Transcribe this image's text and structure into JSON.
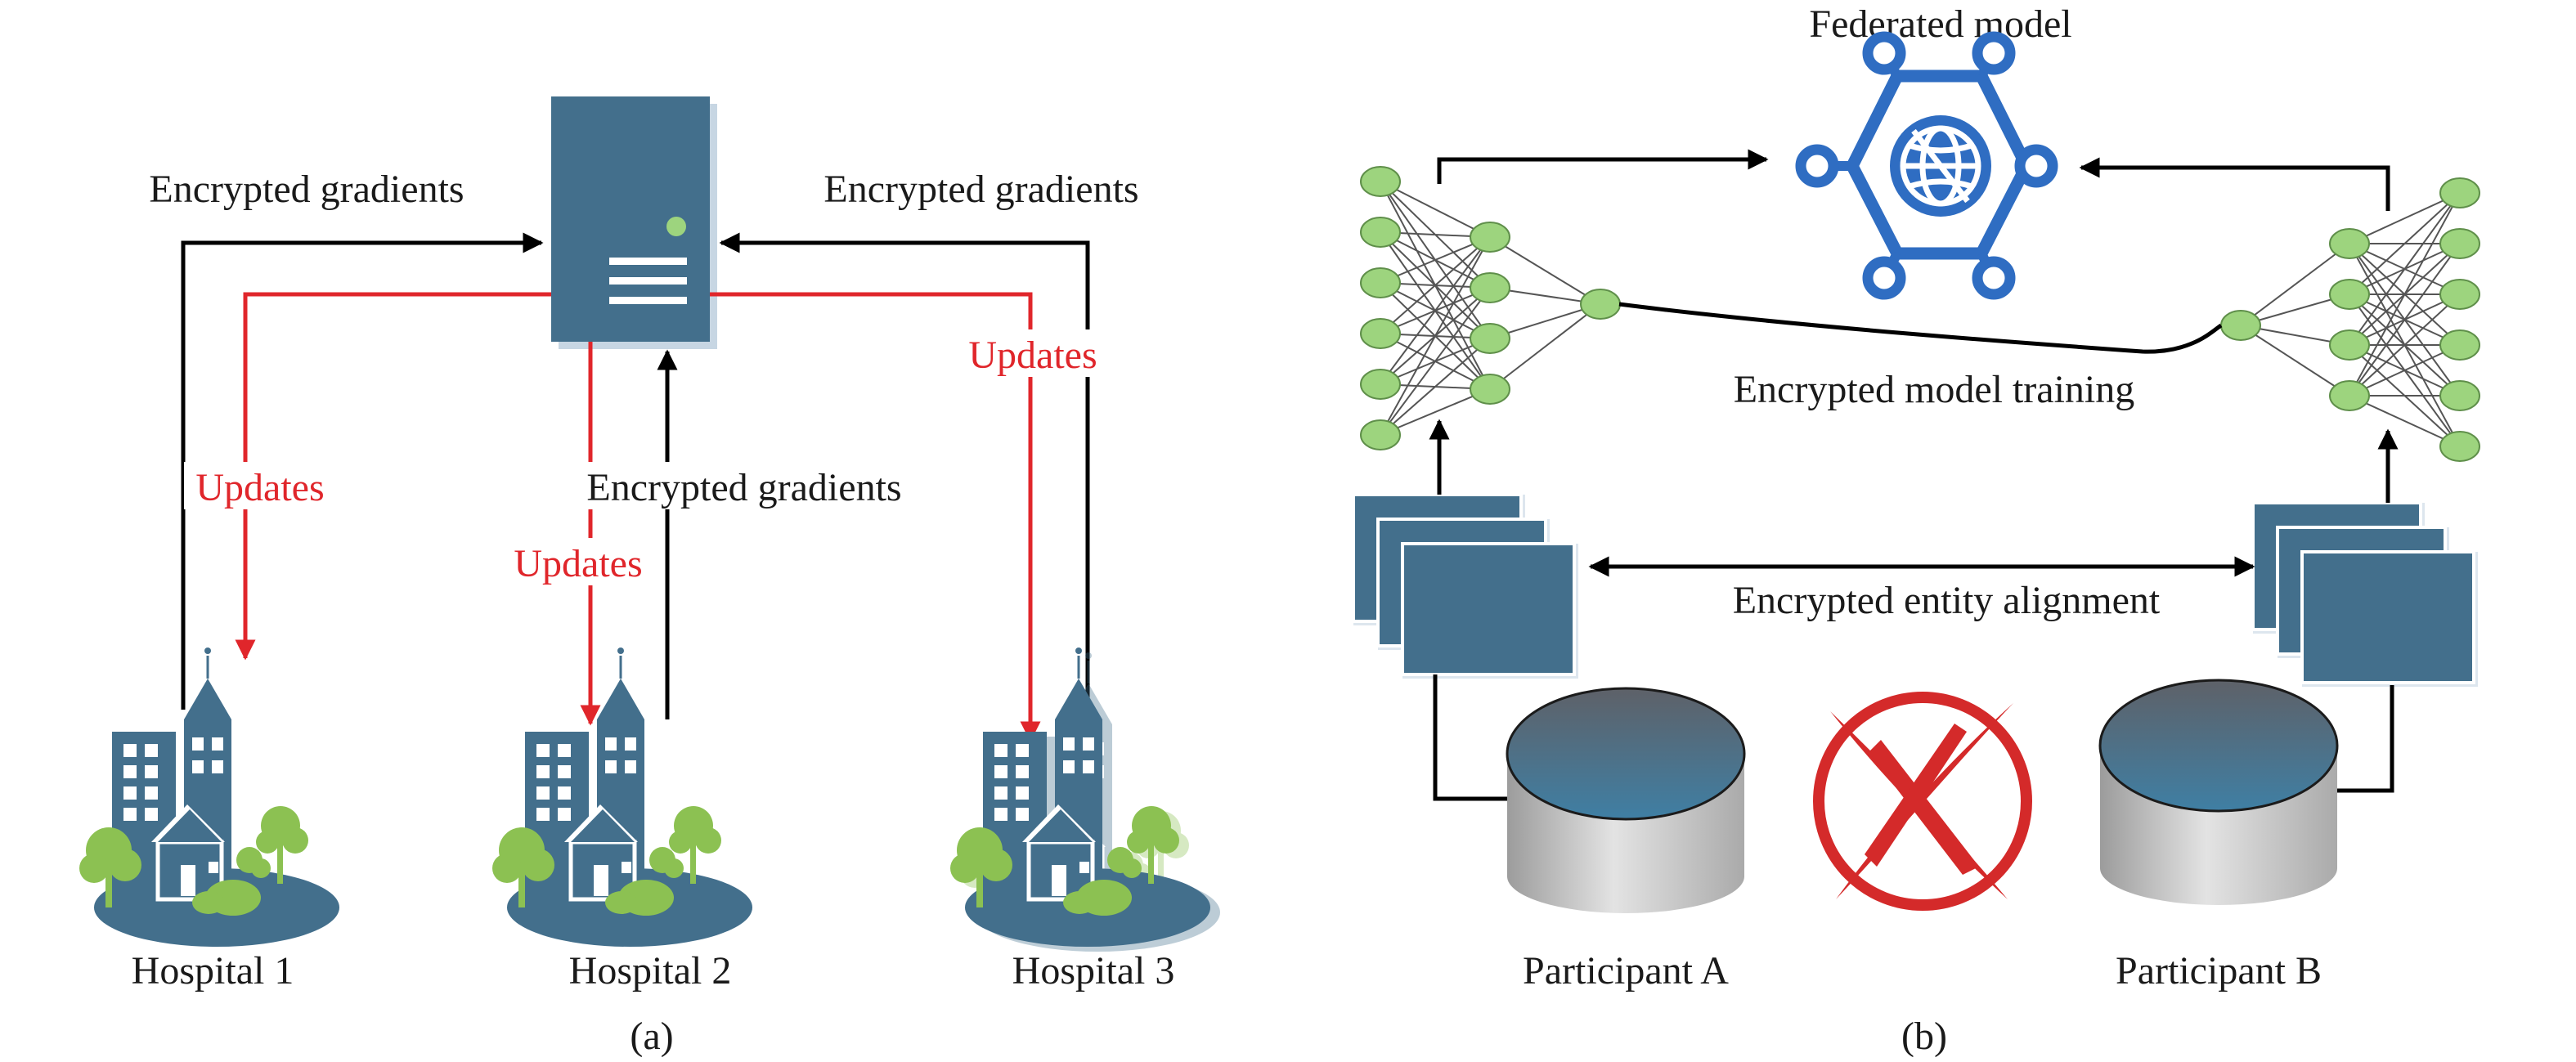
{
  "panel_a": {
    "caption": "(a)",
    "arrows": {
      "left_encrypted": "Encrypted gradients",
      "right_encrypted": "Encrypted gradients",
      "middle_encrypted": "Encrypted gradients",
      "left_updates": "Updates",
      "middle_updates": "Updates",
      "right_updates": "Updates"
    },
    "hospitals": [
      "Hospital 1",
      "Hospital 2",
      "Hospital 3"
    ],
    "colors": {
      "server": "#436f8c",
      "update_arrow": "#e0262b",
      "gradient_arrow": "#000000",
      "greenery": "#8cc152"
    }
  },
  "panel_b": {
    "caption": "(b)",
    "federated_model": "Federated model",
    "model_training": "Encrypted model training",
    "entity_alignment": "Encrypted entity alignment",
    "participants": [
      "Participant A",
      "Participant B"
    ],
    "colors": {
      "network_icon": "#2f6dc2",
      "node": "#9dd47e",
      "data_block": "#436f8c",
      "cross": "#d42a2a"
    }
  }
}
